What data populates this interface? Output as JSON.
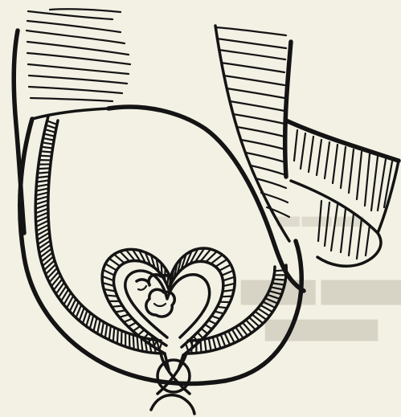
{
  "figure": {
    "style": "black ink line drawing on cream paper",
    "background_color": "#f3f1e4",
    "ink_color": "#141414"
  },
  "parts": [
    "upper-left-hatched-wall",
    "upper-right-hatched-wall",
    "right-hatched-band",
    "outer-sac-outline",
    "ridged-loop",
    "heart-shaped-coil",
    "knot-at-base"
  ]
}
